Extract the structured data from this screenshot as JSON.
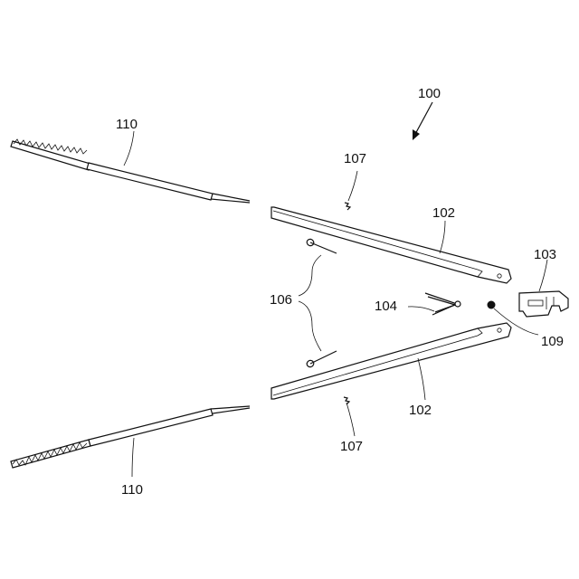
{
  "labels": {
    "assembly": "100",
    "rod_top": "110",
    "rod_bottom": "110",
    "arm_top": "102",
    "arm_bottom": "102",
    "end_cap": "103",
    "spring": "104",
    "torsion_springs": "106",
    "pin_top": "107",
    "pin_bottom": "107",
    "pivot": "109"
  }
}
